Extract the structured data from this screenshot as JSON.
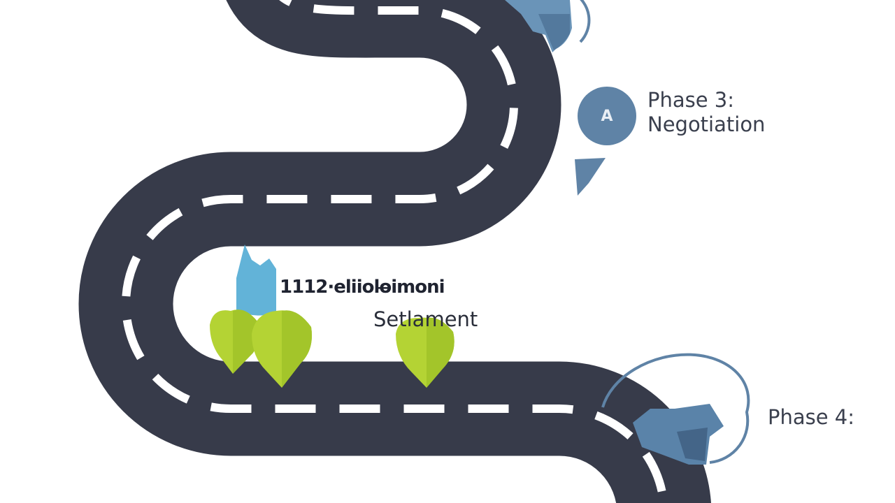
{
  "diagram": {
    "type": "roadmap",
    "colors": {
      "road": "#373b4a",
      "lane_marking": "#ffffff",
      "marker_blue": "#5f83a6",
      "marker_light_blue": "#62b3d8",
      "marker_green": "#b4d334",
      "text": "#3a3f4d"
    },
    "milestones": [
      {
        "id": "phase2",
        "line1": "2 Settlement (garbled)",
        "line1_display": "1112·eliiolo̶imoni",
        "line2": "Setlament"
      },
      {
        "id": "phase3",
        "line1": "Phase 3:",
        "line2": "Negotiation",
        "badge": "A"
      },
      {
        "id": "phase4",
        "line1": "Phase 4:"
      }
    ],
    "icons": [
      "pin-marker-top",
      "pin-marker-phase3",
      "pin-marker-phase4",
      "green-marker-1",
      "green-marker-2",
      "green-marker-3",
      "blue-flag-marker"
    ]
  }
}
